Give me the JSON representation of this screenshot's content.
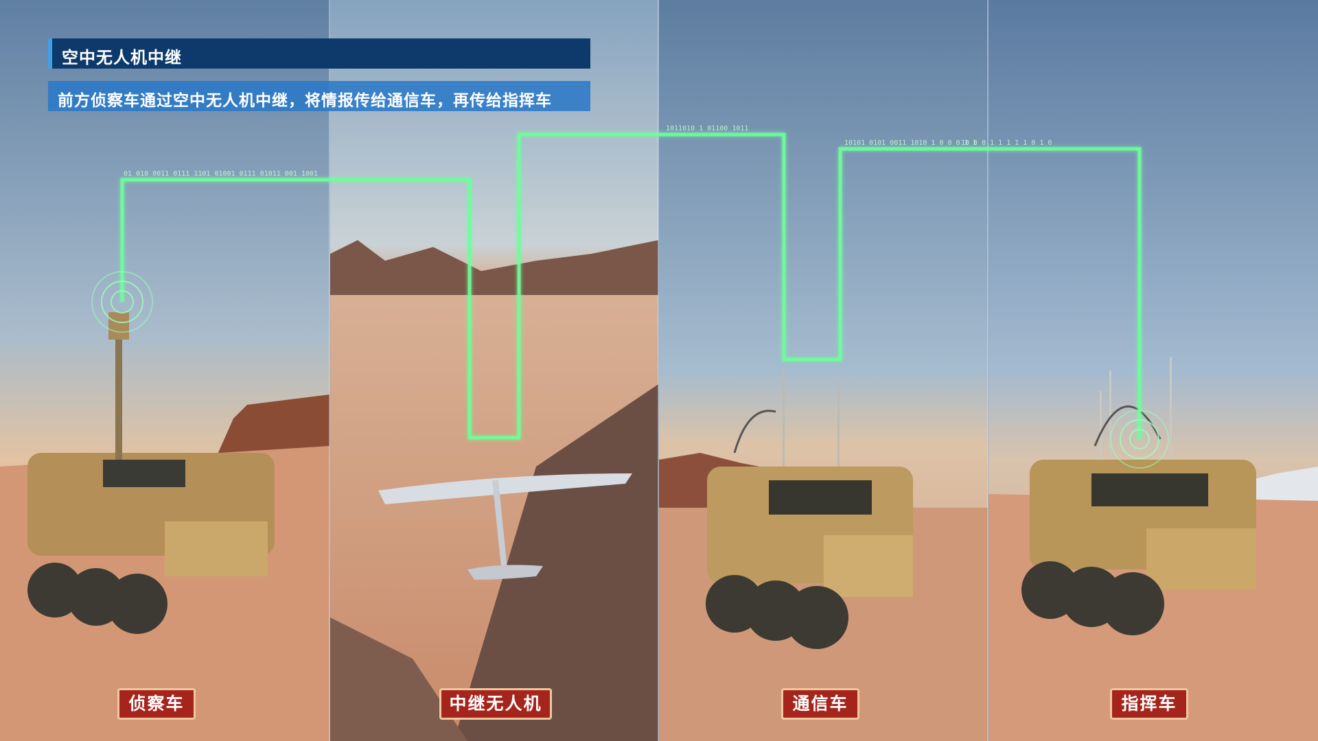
{
  "header": {
    "title": "空中无人机中继",
    "subtitle": "前方侦察车通过空中无人机中继，将情报传给通信车，再传给指挥车"
  },
  "panels": [
    {
      "label": "侦察车"
    },
    {
      "label": "中继无人机"
    },
    {
      "label": "通信车"
    },
    {
      "label": "指挥车"
    }
  ],
  "colors": {
    "title_bg": "#0d3a6b",
    "subtitle_bg": "#2878c8",
    "label_bg": "#a5241c",
    "signal": "#6dff9a"
  }
}
